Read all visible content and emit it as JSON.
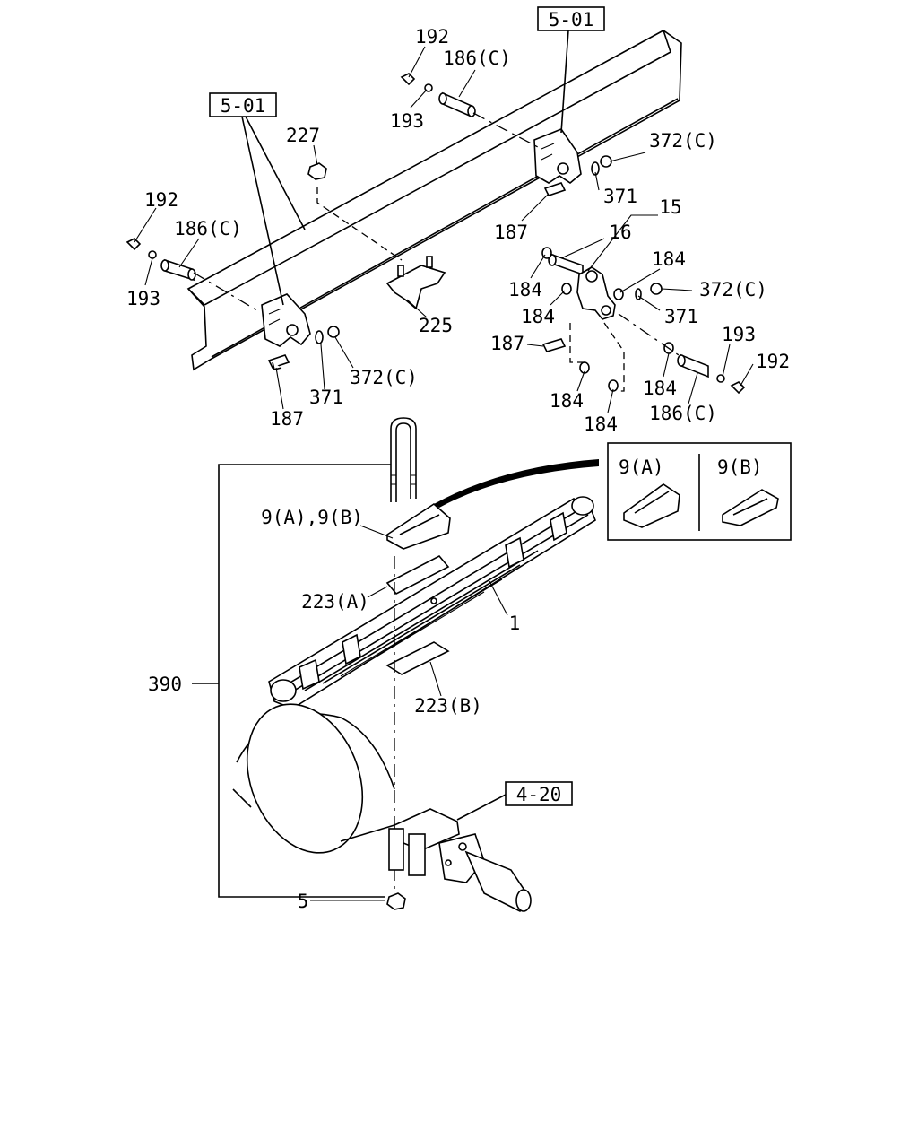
{
  "colors": {
    "line": "#000000",
    "background": "#ffffff"
  },
  "refs": {
    "ref_5_01_top": "5-01",
    "ref_5_01_left": "5-01",
    "ref_4_20": "4-20"
  },
  "callouts": {
    "c192_top": "192",
    "c186c_top": "186(C)",
    "c193_top": "193",
    "c227": "227",
    "c372c_top": "372(C)",
    "c371_top": "371",
    "c192_left": "192",
    "c186c_left": "186(C)",
    "c193_left": "193",
    "c187_mid": "187",
    "c15": "15",
    "c16": "16",
    "c184_a": "184",
    "c184_b": "184",
    "c184_c": "184",
    "c372c_right": "372(C)",
    "c371_right": "371",
    "c187_right": "187",
    "c193_right": "193",
    "c192_right": "192",
    "c184_d": "184",
    "c184_e": "184",
    "c184_f": "184",
    "c186c_right": "186(C)",
    "c225": "225",
    "c187_left": "187",
    "c371_left": "371",
    "c372c_left": "372(C)",
    "c9ab": "9(A),9(B)",
    "c223a": "223(A)",
    "c1": "1",
    "c390": "390",
    "c223b": "223(B)",
    "c5": "5"
  },
  "inset": {
    "label_a": "9(A)",
    "label_b": "9(B)"
  }
}
